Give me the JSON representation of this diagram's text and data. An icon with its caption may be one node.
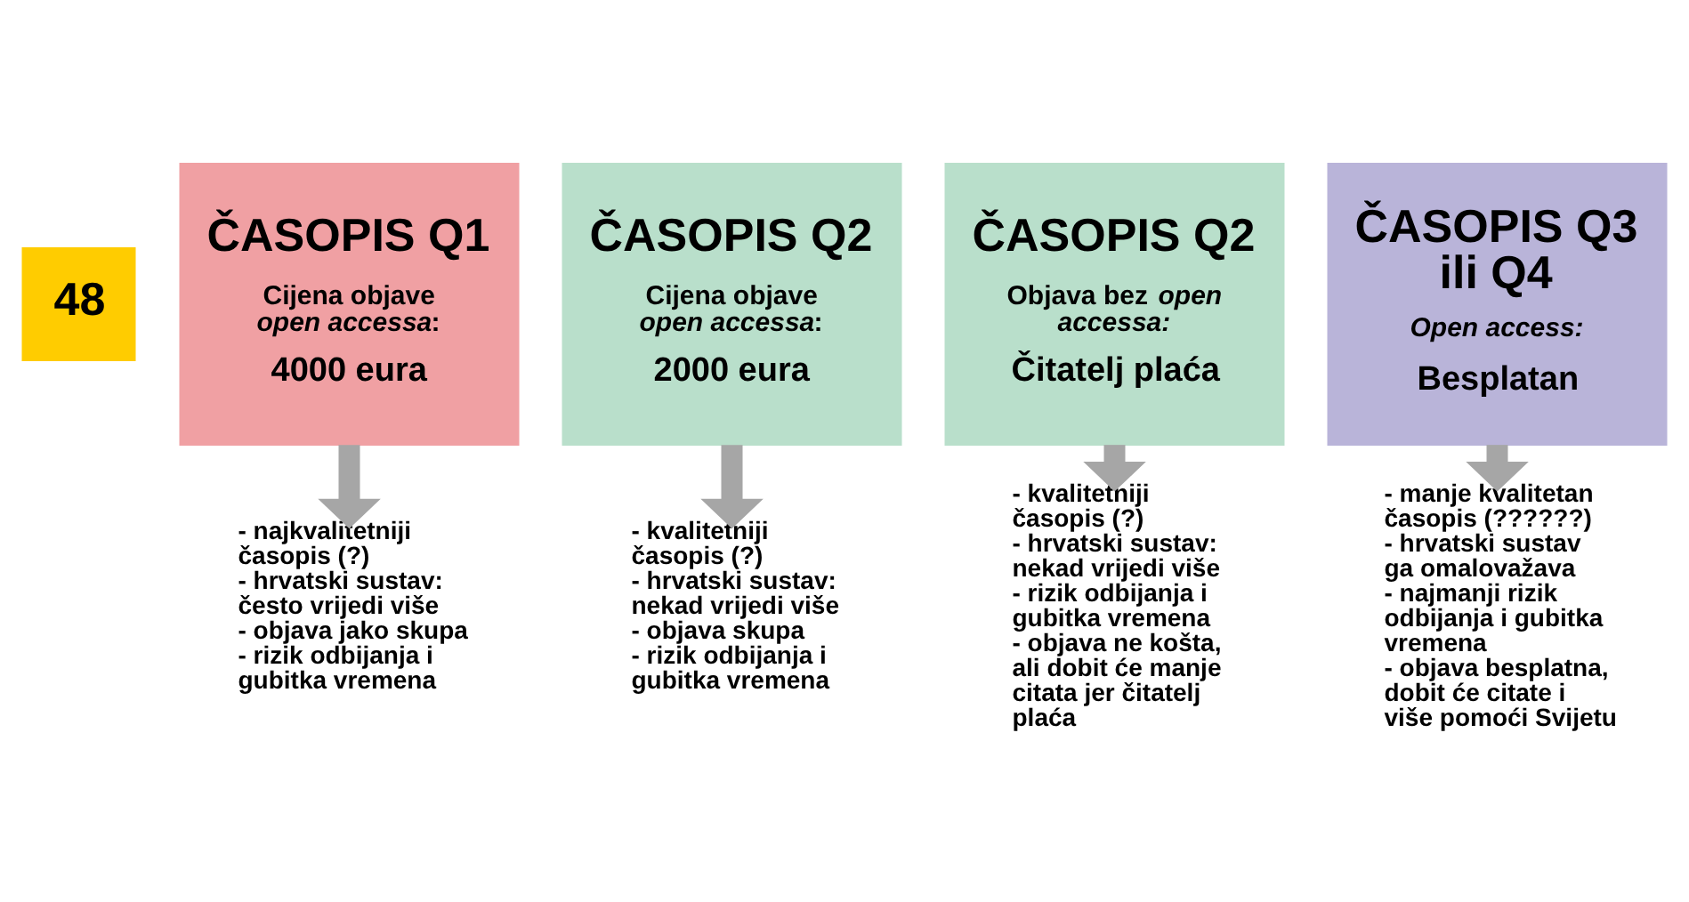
{
  "diagram": {
    "nodes": [
      {
        "text": [
          "48"
        ]
      },
      {
        "text": [
          "ČASOPIS Q1",
          "Cijena objave *open accessa*:",
          "4000 eura"
        ]
      },
      {
        "text": [
          "ČASOPIS Q2",
          "Cijena objave *open accessa*:",
          "2000 eura"
        ]
      },
      {
        "text": [
          "ČASOPIS Q2",
          "Objava bez *open accessa:*",
          "Čitatelj plaća"
        ]
      },
      {
        "text": [
          "ČASOPIS Q3 ili Q4",
          "*Open access:*",
          "Besplatan"
        ]
      },
      {
        "text": [
          "- najkvalitetniji časopis (?)",
          "- hrvatski sustav: često vrijedi više",
          "- objava jako skupa",
          "- rizik odbijanja i gubitka vremena"
        ]
      },
      {
        "text": [
          "- kvalitetniji časopis (?)",
          "- hrvatski sustav: nekad vrijedi više",
          "- objava skupa",
          "- rizik odbijanja i gubitka vremena"
        ]
      },
      {
        "text": [
          "- kvalitetniji časopis (?)",
          "- hrvatski sustav: nekad vrijedi više",
          "- rizik odbijanja i gubitka vremena",
          "- objava ne košta, ali dobit će manje citata jer čitatelj plaća"
        ]
      },
      {
        "text": [
          "- manje kvalitetan časopis (??????)",
          "- hrvatski sustav ga omalovažava",
          "- najmanji rizik odbijanja i gubitka vremena",
          "- objava besplatna, dobit će citate i više pomoći Svijetu"
        ]
      }
    ],
    "edges": [
      {
        "from": 1,
        "to": 5,
        "arrow": "to"
      },
      {
        "from": 2,
        "to": 6,
        "arrow": "to"
      },
      {
        "from": 3,
        "to": 7,
        "arrow": "to"
      },
      {
        "from": 4,
        "to": 8,
        "arrow": "to"
      }
    ]
  }
}
